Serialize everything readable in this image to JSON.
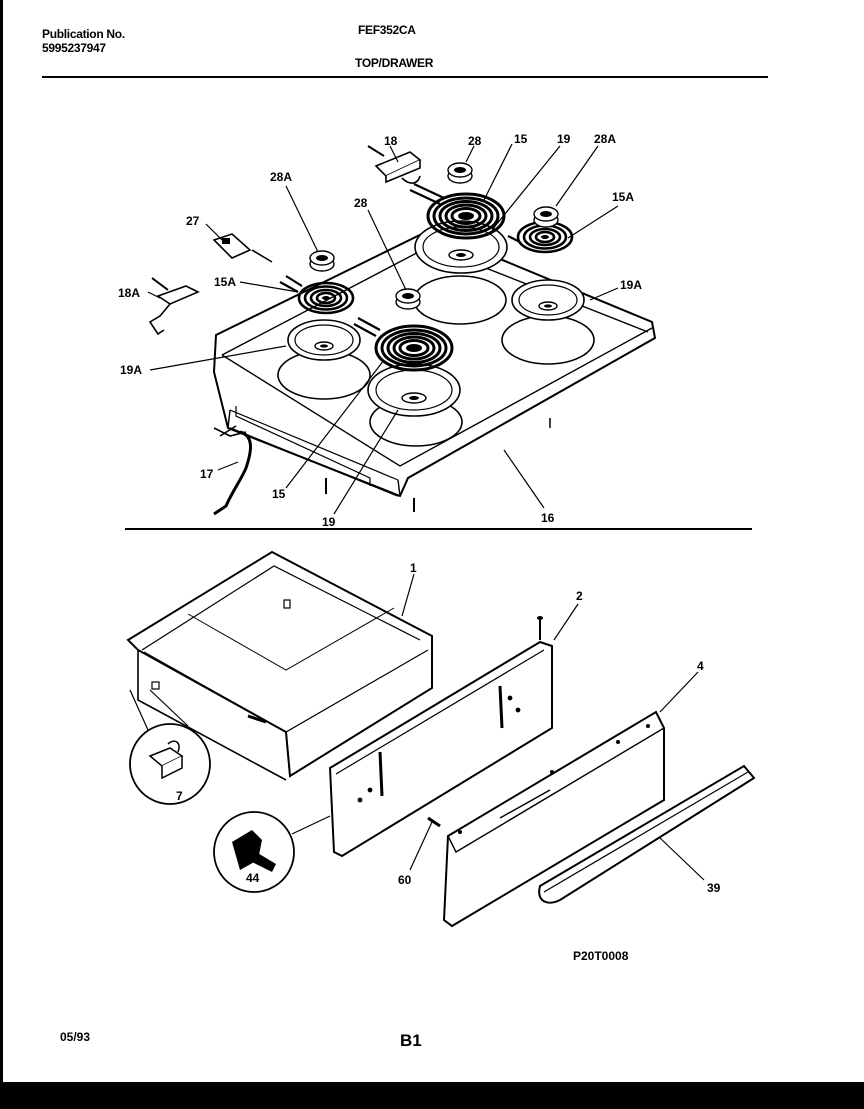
{
  "header": {
    "publication_label": "Publication No.",
    "publication_number": "5995237947",
    "model": "FEF352CA",
    "section_title": "TOP/DRAWER"
  },
  "callouts": {
    "c18": "18",
    "c28_top": "28",
    "c15_top": "15",
    "c19_top": "19",
    "c28A_right": "28A",
    "c28A_left": "28A",
    "c15A_right": "15A",
    "c27": "27",
    "c28_mid": "28",
    "c18A": "18A",
    "c15A_left": "15A",
    "c19A_right": "19A",
    "c19A_left": "19A",
    "c17": "17",
    "c15_bottom": "15",
    "c19_bottom": "19",
    "c16": "16",
    "c1": "1",
    "c2": "2",
    "c4": "4",
    "c7": "7",
    "c44": "44",
    "c60": "60",
    "c39": "39"
  },
  "footer": {
    "reference_code": "P20T0008",
    "date": "05/93",
    "page": "B1"
  }
}
